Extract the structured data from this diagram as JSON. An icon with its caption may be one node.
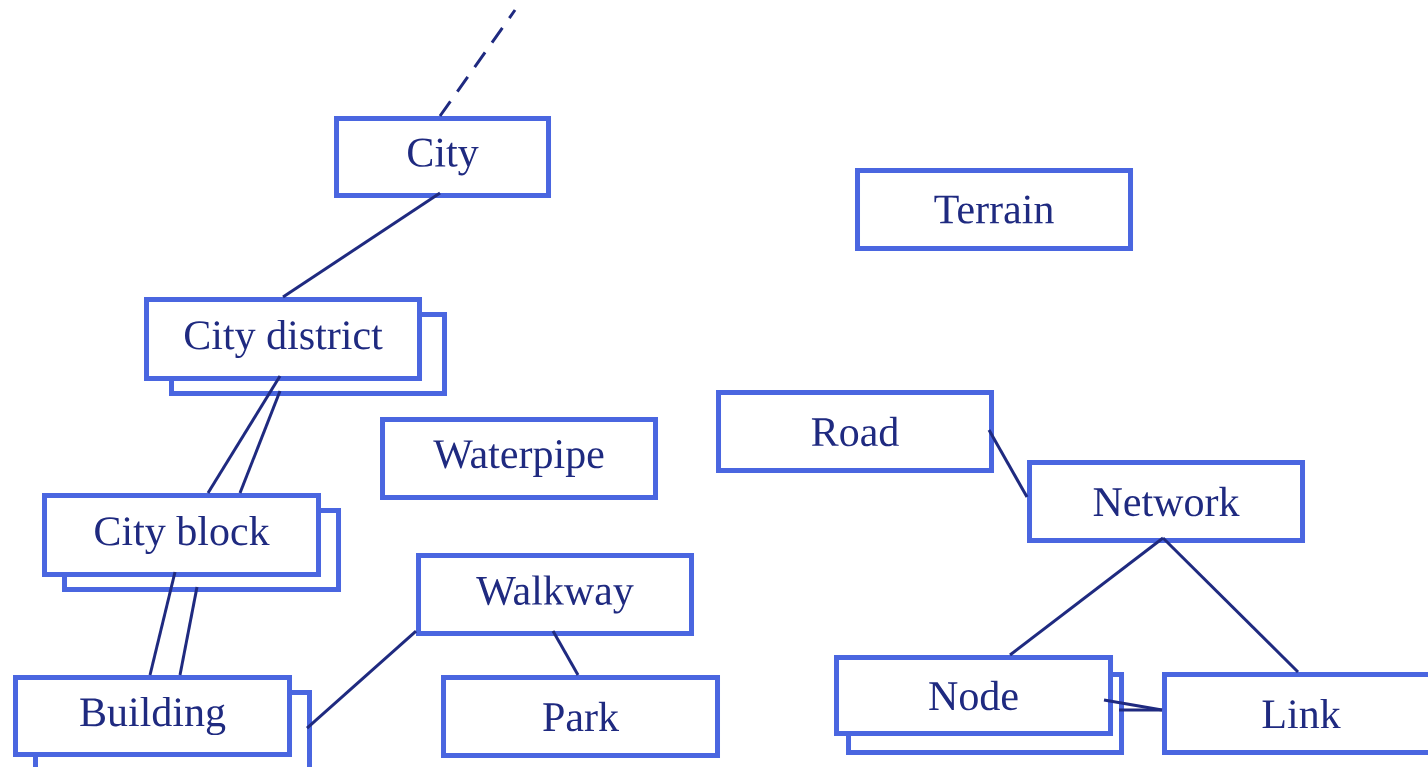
{
  "diagram": {
    "nodes": [
      {
        "text": [
          "City"
        ]
      },
      {
        "text": [
          "Terrain"
        ]
      },
      {
        "text": [
          "City district"
        ]
      },
      {
        "text": [
          "Waterpipe"
        ]
      },
      {
        "text": [
          "Road"
        ]
      },
      {
        "text": [
          "City block"
        ]
      },
      {
        "text": [
          "Network"
        ]
      },
      {
        "text": [
          "Walkway"
        ]
      },
      {
        "text": [
          "Building"
        ]
      },
      {
        "text": [
          "Park"
        ]
      },
      {
        "text": [
          "Node"
        ]
      },
      {
        "text": [
          "Link"
        ]
      }
    ],
    "edges": [
      {
        "from": 0,
        "to": null,
        "arrow": "none",
        "style": "dashed"
      },
      {
        "from": 0,
        "to": 2,
        "arrow": "none"
      },
      {
        "from": 2,
        "to": 5,
        "arrow": "none"
      },
      {
        "from": 2,
        "to": 5,
        "arrow": "none"
      },
      {
        "from": 5,
        "to": 8,
        "arrow": "none"
      },
      {
        "from": 5,
        "to": 8,
        "arrow": "none"
      },
      {
        "from": 8,
        "to": 7,
        "arrow": "none"
      },
      {
        "from": 7,
        "to": 9,
        "arrow": "none"
      },
      {
        "from": 4,
        "to": 6,
        "arrow": "none"
      },
      {
        "from": 6,
        "to": 10,
        "arrow": "none"
      },
      {
        "from": 6,
        "to": 11,
        "arrow": "none"
      },
      {
        "from": 10,
        "to": 11,
        "arrow": "none"
      },
      {
        "from": 10,
        "to": 11,
        "arrow": "none"
      }
    ]
  }
}
